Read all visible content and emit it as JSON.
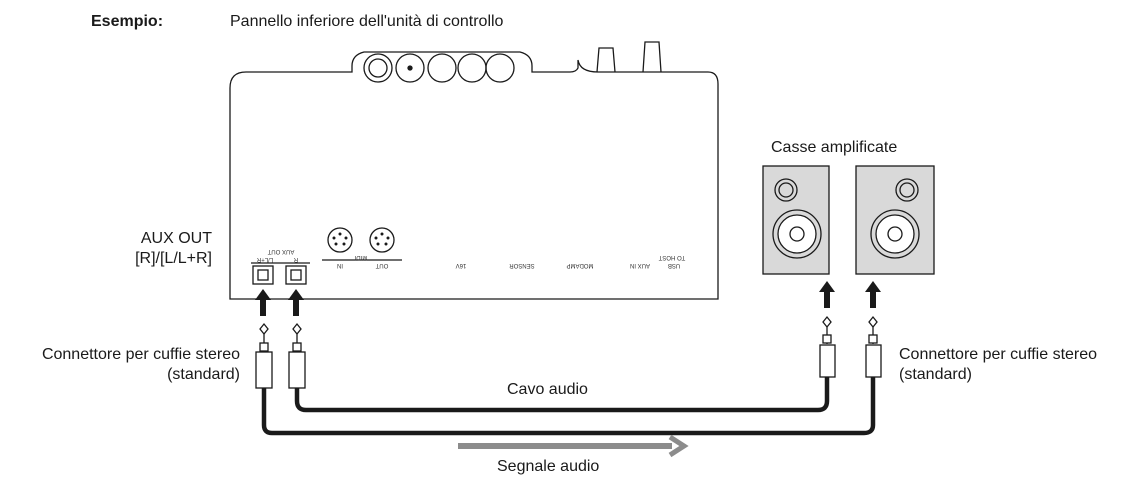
{
  "example_label": "Esempio:",
  "panel_title": "Pannello inferiore dell'unità di controllo",
  "aux_out_line1": "AUX OUT",
  "aux_out_line2": "[R]/[L/L+R]",
  "speakers_label": "Casse amplificate",
  "left_connector": {
    "line1": "Connettore per cuffie stereo",
    "line2": "(standard)"
  },
  "right_connector": {
    "line1": "Connettore per cuffie stereo",
    "line2": "(standard)"
  },
  "cable_label": "Cavo audio",
  "signal_label": "Segnale audio",
  "panel_jack_labels": [
    "L/L+R",
    "R",
    "AUX OUT",
    "IN",
    "OUT",
    "MIDI",
    "16V",
    "SENSOR",
    "MODAMP",
    "AUX IN",
    "USB",
    "TO HOST"
  ],
  "colors": {
    "line": "#1a1a1a",
    "speaker_fill": "#d9d9d9",
    "signal_arrow": "#8c8c8c"
  }
}
